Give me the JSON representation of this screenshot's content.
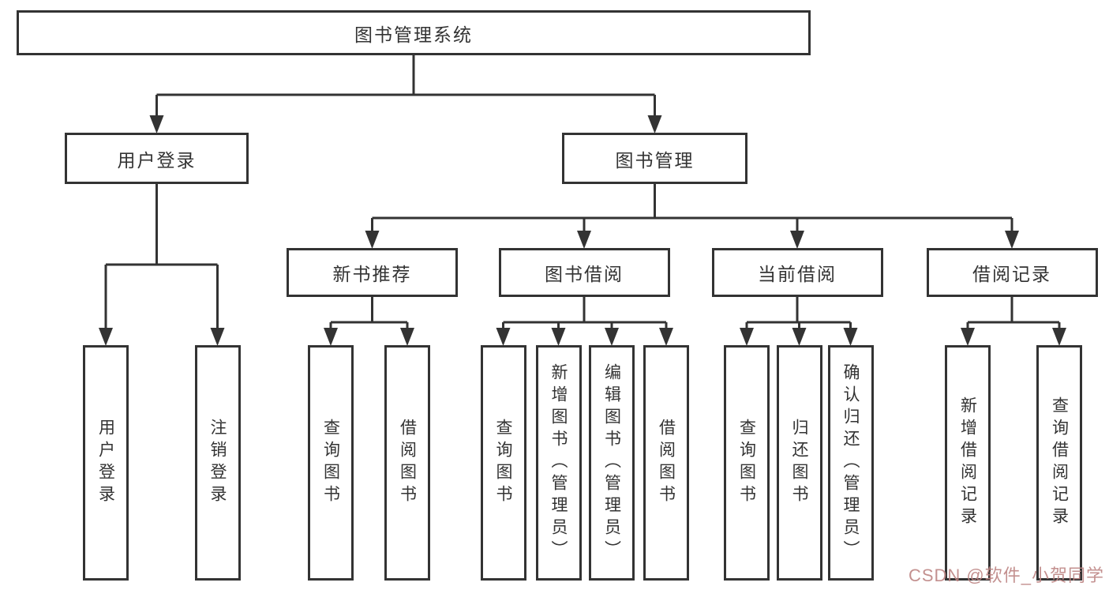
{
  "diagram": {
    "root": {
      "label": "图书管理系统"
    },
    "level2": [
      {
        "label": "用户登录"
      },
      {
        "label": "图书管理"
      }
    ],
    "level3": [
      {
        "parent": "图书管理",
        "label": "新书推荐"
      },
      {
        "parent": "图书管理",
        "label": "图书借阅"
      },
      {
        "parent": "图书管理",
        "label": "当前借阅"
      },
      {
        "parent": "图书管理",
        "label": "借阅记录"
      }
    ],
    "leaves": [
      {
        "parent": "用户登录",
        "label": "用户登录"
      },
      {
        "parent": "用户登录",
        "label": "注销登录"
      },
      {
        "parent": "新书推荐",
        "label": "查询图书"
      },
      {
        "parent": "新书推荐",
        "label": "借阅图书"
      },
      {
        "parent": "图书借阅",
        "label": "查询图书"
      },
      {
        "parent": "图书借阅",
        "label": "新增图书（管理员）"
      },
      {
        "parent": "图书借阅",
        "label": "编辑图书（管理员）"
      },
      {
        "parent": "图书借阅",
        "label": "借阅图书"
      },
      {
        "parent": "当前借阅",
        "label": "查询图书"
      },
      {
        "parent": "当前借阅",
        "label": "归还图书"
      },
      {
        "parent": "当前借阅",
        "label": "确认归还（管理员）"
      },
      {
        "parent": "借阅记录",
        "label": "新增借阅记录"
      },
      {
        "parent": "借阅记录",
        "label": "查询借阅记录"
      }
    ]
  },
  "watermark": {
    "text": "CSDN @软件_小贺同学",
    "color": "#bd8583"
  },
  "colors": {
    "line": "#333333",
    "box_border": "#333333",
    "text": "#333333",
    "background": "#ffffff"
  }
}
